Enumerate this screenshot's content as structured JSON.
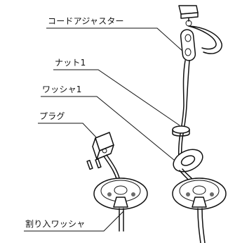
{
  "labels": {
    "cord_adjuster": "コードアジャスター",
    "nut": "ナット1",
    "washer": "ワッシャ1",
    "plug": "プラグ",
    "split_washer": "割り入ワッシャ"
  }
}
